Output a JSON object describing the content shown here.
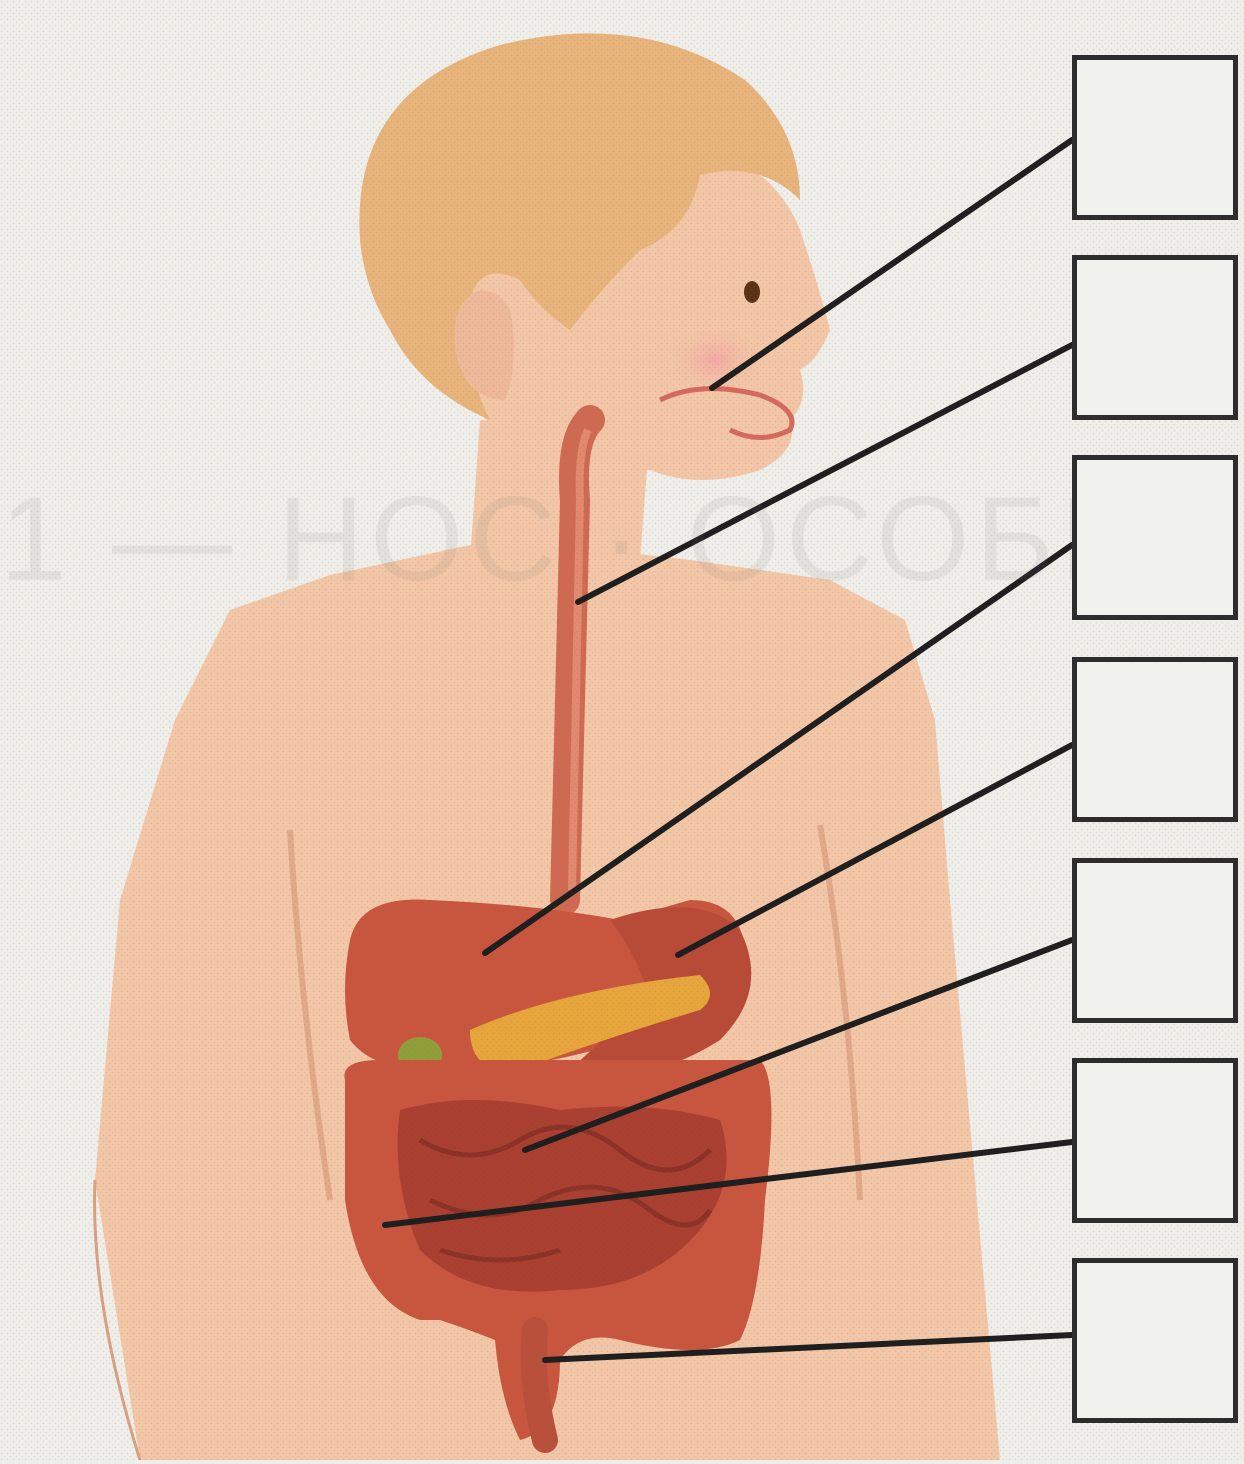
{
  "colors": {
    "background": "#eeeeea",
    "skin": "#f2c7a7",
    "hair": "#e7b47c",
    "organ": "#c8563f",
    "organ_dark": "#9e3a2c",
    "yellow_organ": "#e6a63c",
    "pointer_line": "#1f1f1f",
    "box_border": "#2d2d2d"
  },
  "labels": [
    {
      "id": 1,
      "text": ""
    },
    {
      "id": 2,
      "text": ""
    },
    {
      "id": 3,
      "text": ""
    },
    {
      "id": 4,
      "text": ""
    },
    {
      "id": 5,
      "text": ""
    },
    {
      "id": 6,
      "text": ""
    },
    {
      "id": 7,
      "text": ""
    }
  ]
}
